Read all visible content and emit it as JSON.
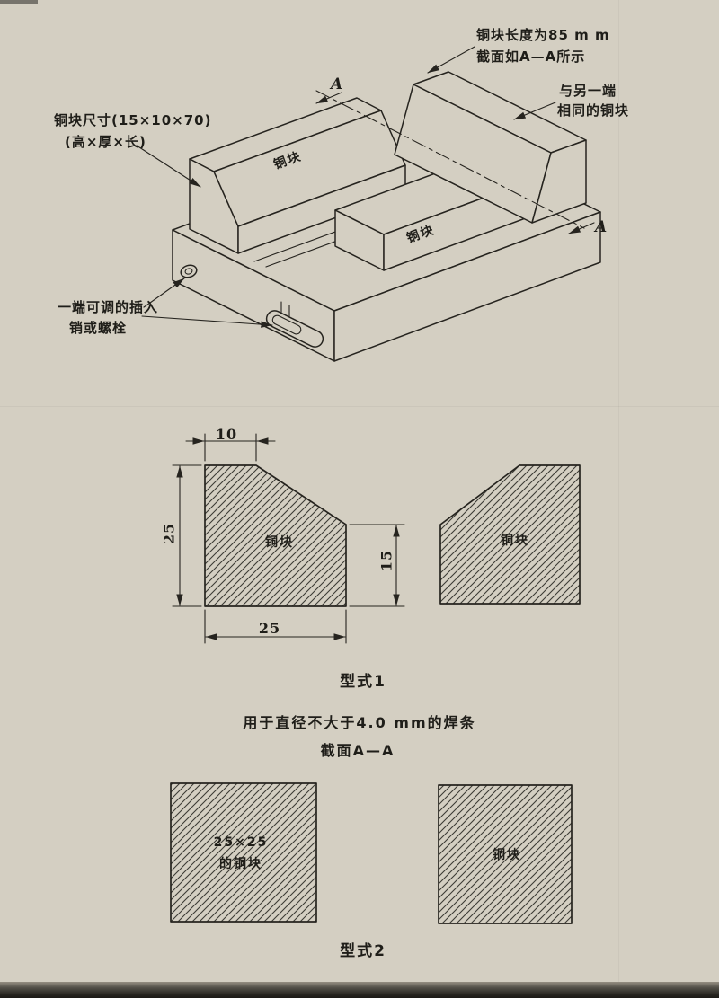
{
  "page": {
    "background_color": "#d4cfc2",
    "ink_color": "#26241f"
  },
  "iso": {
    "length_note_line1": "铜块长度为85 m m",
    "length_note_line2": "截面如A—A所示",
    "other_end_line1": "与另一端",
    "other_end_line2": "相同的铜块",
    "size_note_line1": "铜块尺寸(15×10×70)",
    "size_note_line2": "(高×厚×长)",
    "pin_note_line1": "一端可调的插入",
    "pin_note_line2": "销或螺栓",
    "section_letter_top": "A",
    "section_letter_bottom": "A",
    "block_label_rear": "铜块",
    "block_label_front": "铜块"
  },
  "type1": {
    "dim_top": "10",
    "dim_left": "25",
    "dim_right": "15",
    "dim_bottom": "25",
    "left_block_label": "铜块",
    "right_block_label": "铜块",
    "caption": "型式1"
  },
  "notes": {
    "usage": "用于直径不大于4.0 mm的焊条",
    "section": "截面A—A"
  },
  "type2": {
    "left_label_line1": "25×25",
    "left_label_line2": "的铜块",
    "right_label": "铜块",
    "caption": "型式2"
  }
}
